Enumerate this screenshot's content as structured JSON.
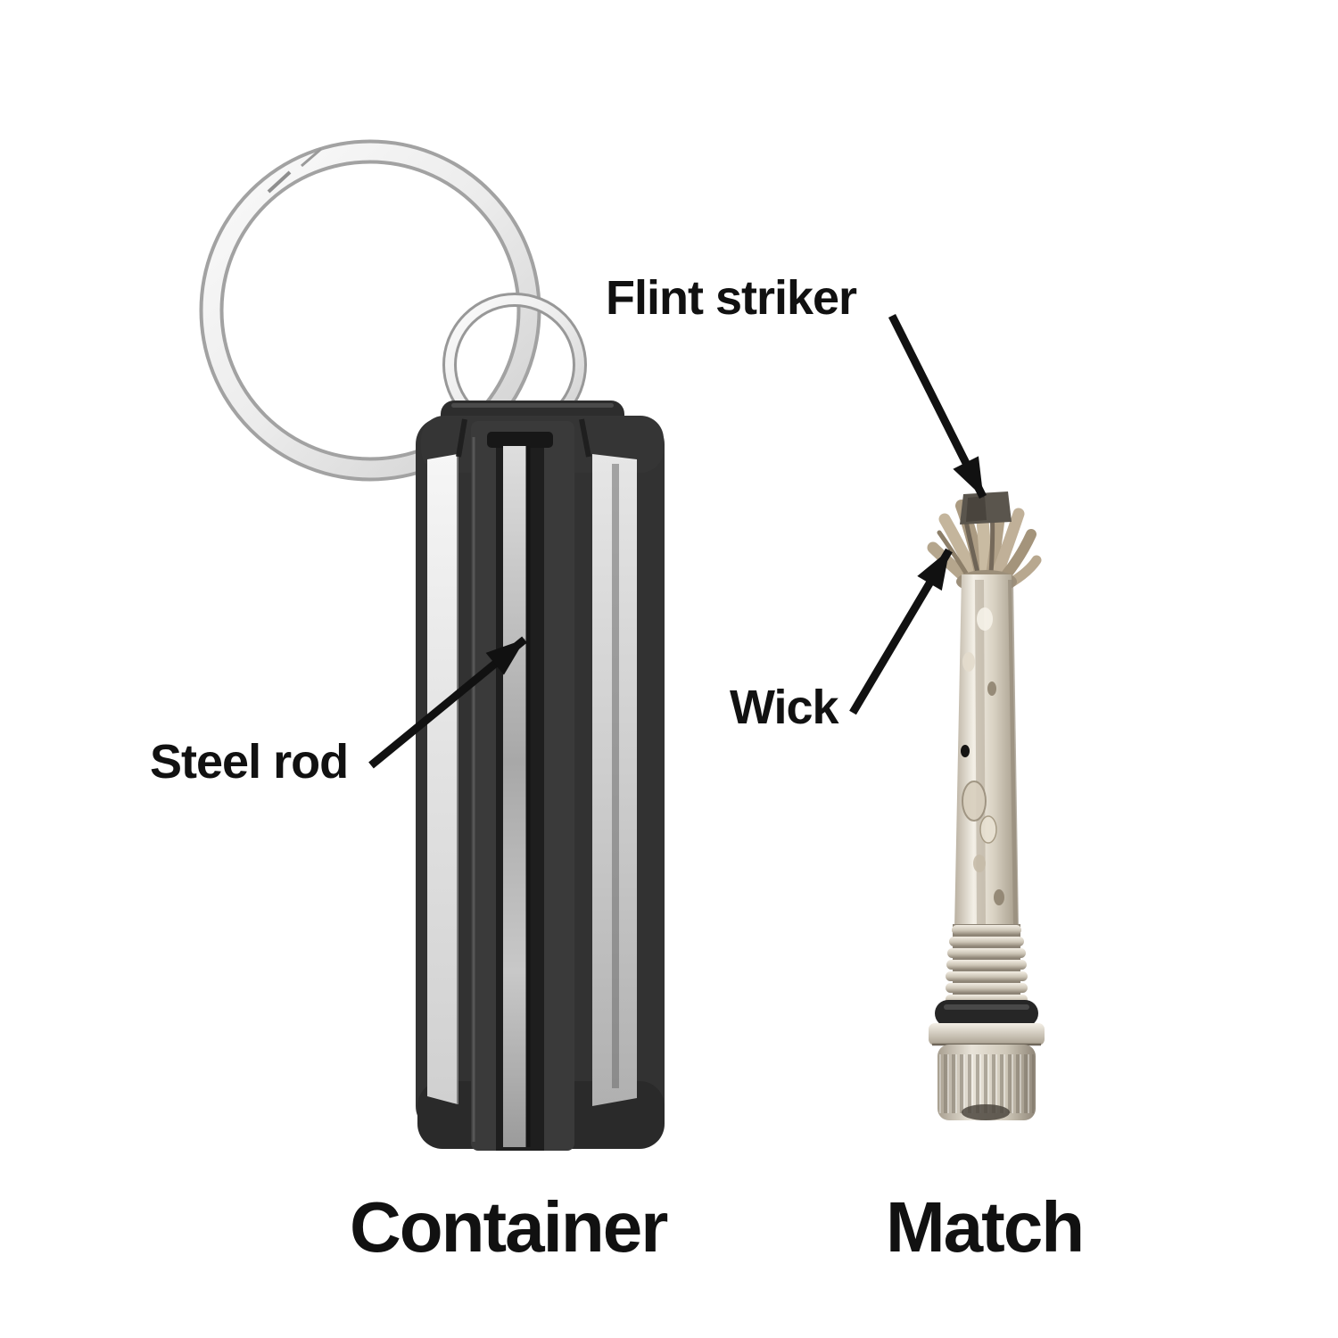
{
  "figure": {
    "description": "Labeled photo diagram of a permanent match fire starter: keyring container on the left, match rod on the right",
    "captions": {
      "container": "Container",
      "match": "Match"
    },
    "annotations": {
      "flint_striker": {
        "label": "Flint striker",
        "points_to": "dark flint tip at top of the match wick"
      },
      "wick": {
        "label": "Wick",
        "points_to": "frayed fibre wick above the match tube"
      },
      "steel_rod": {
        "label": "Steel rod",
        "points_to": "steel rod inside the container groove"
      }
    },
    "objects": [
      {
        "name": "container",
        "parts": [
          "large keyring",
          "small keyring",
          "black plastic body",
          "metal side panels",
          "steel rod groove"
        ]
      },
      {
        "name": "match",
        "parts": [
          "flint striker tip",
          "frayed wick",
          "metal tube",
          "threaded section",
          "black o-ring",
          "knurled cap"
        ]
      }
    ]
  },
  "colors": {
    "background": "#ffffff",
    "text": "#111111",
    "arrow": "#111111",
    "plastic_black": "#2e2e2e",
    "metal_silver": "#d8d8d8",
    "steel_rod": "#b5b5b5",
    "wick_tan": "#bfae94",
    "oring_black": "#262626"
  }
}
